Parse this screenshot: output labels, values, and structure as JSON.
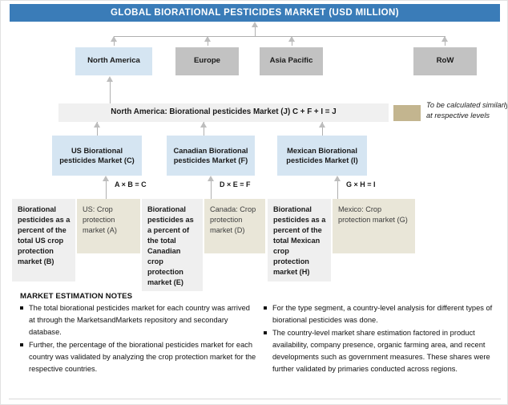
{
  "header": {
    "title": "GLOBAL  BIORATIONAL  PESTICIDES MARKET (USD MILLION)",
    "bar_color": "#3a7cb8"
  },
  "regions": [
    {
      "label": "North America",
      "color": "#d5e5f2",
      "highlighted": true
    },
    {
      "label": "Europe",
      "color": "#c2c2c2",
      "highlighted": false
    },
    {
      "label": "Asia Pacific",
      "color": "#c2c2c2",
      "highlighted": false
    },
    {
      "label": "RoW",
      "color": "#c2c2c2",
      "highlighted": false
    }
  ],
  "region_bar": {
    "label": "North America: Biorational pesticides Market (J) C + F + I = J",
    "color": "#f0f0f0"
  },
  "legend": {
    "swatch_color": "#c3b58f",
    "text": "To be calculated similarly at respective levels"
  },
  "countries": [
    {
      "label": "US Biorational pesticides Market (C)",
      "color": "#d5e5f2",
      "formula": "A × B = C"
    },
    {
      "label": "Canadian Biorational pesticides Market (F)",
      "color": "#d5e5f2",
      "formula": "D × E = F"
    },
    {
      "label": "Mexican Biorational pesticides Market (I)",
      "color": "#d5e5f2",
      "formula": "G × H = I"
    }
  ],
  "inputs": [
    {
      "label": "Biorational pesticides as a percent of the total US crop protection market (B)",
      "color": "#efefef",
      "style": "pale"
    },
    {
      "label": "US: Crop protection market (A)",
      "color": "#e9e6d8",
      "style": "beige"
    },
    {
      "label": "Biorational pesticides as a percent of the total Canadian crop protection market (E)",
      "color": "#efefef",
      "style": "pale"
    },
    {
      "label": "Canada: Crop protection market (D)",
      "color": "#e9e6d8",
      "style": "beige"
    },
    {
      "label": "Biorational pesticides as a percent of the total Mexican crop protection market (H)",
      "color": "#efefef",
      "style": "pale"
    },
    {
      "label": "Mexico: Crop protection market (G)",
      "color": "#e9e6d8",
      "style": "beige"
    }
  ],
  "notes": {
    "title": "MARKET ESTIMATION NOTES",
    "left_items": [
      "The total biorational pesticides market for each country was arrived at through the MarketsandMarkets repository and secondary database.",
      "Further, the percentage of the biorational pesticides market for each country was validated by analyzing the crop protection market for the respective countries."
    ],
    "right_items": [
      "For the type segment, a country-level analysis for different types of biorational pesticides was done.",
      "The country-level market share estimation factored in product availability, company presence, organic farming area, and recent developments such as government measures. These shares were further validated by primaries conducted across regions."
    ]
  }
}
